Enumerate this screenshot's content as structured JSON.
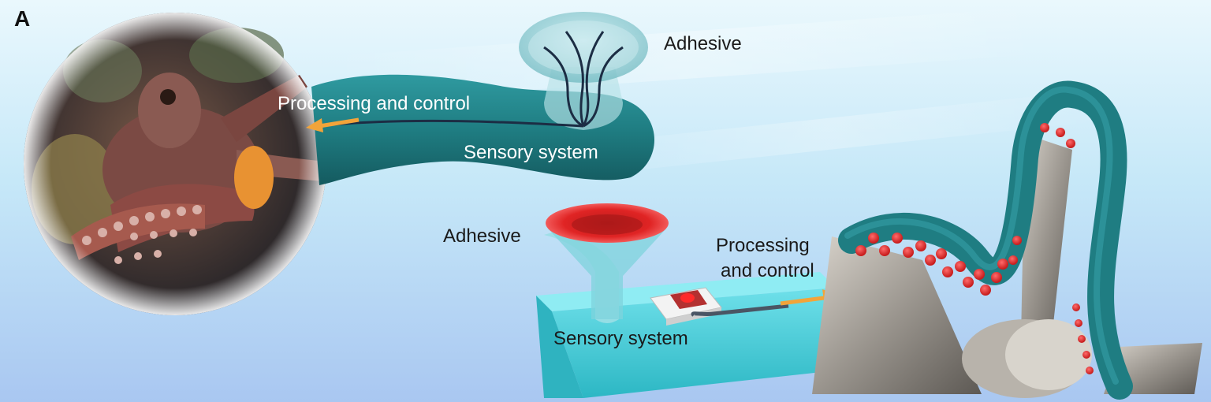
{
  "figure": {
    "panel_letter": "A",
    "labels": {
      "top_adhesive": "Adhesive",
      "top_processing": "Processing and control",
      "top_sensory": "Sensory system",
      "bottom_adhesive": "Adhesive",
      "bottom_processing_line1": "Processing",
      "bottom_processing_line2": "and control",
      "bottom_sensory": "Sensory system"
    },
    "colors": {
      "arm_teal": "#1f7d82",
      "block_cyan": "#39c6d2",
      "cup_red": "#e02424",
      "arrow_orange": "#f2a43a",
      "background_light": "#d8f2fb",
      "background_blue": "#9fc2ef"
    }
  }
}
